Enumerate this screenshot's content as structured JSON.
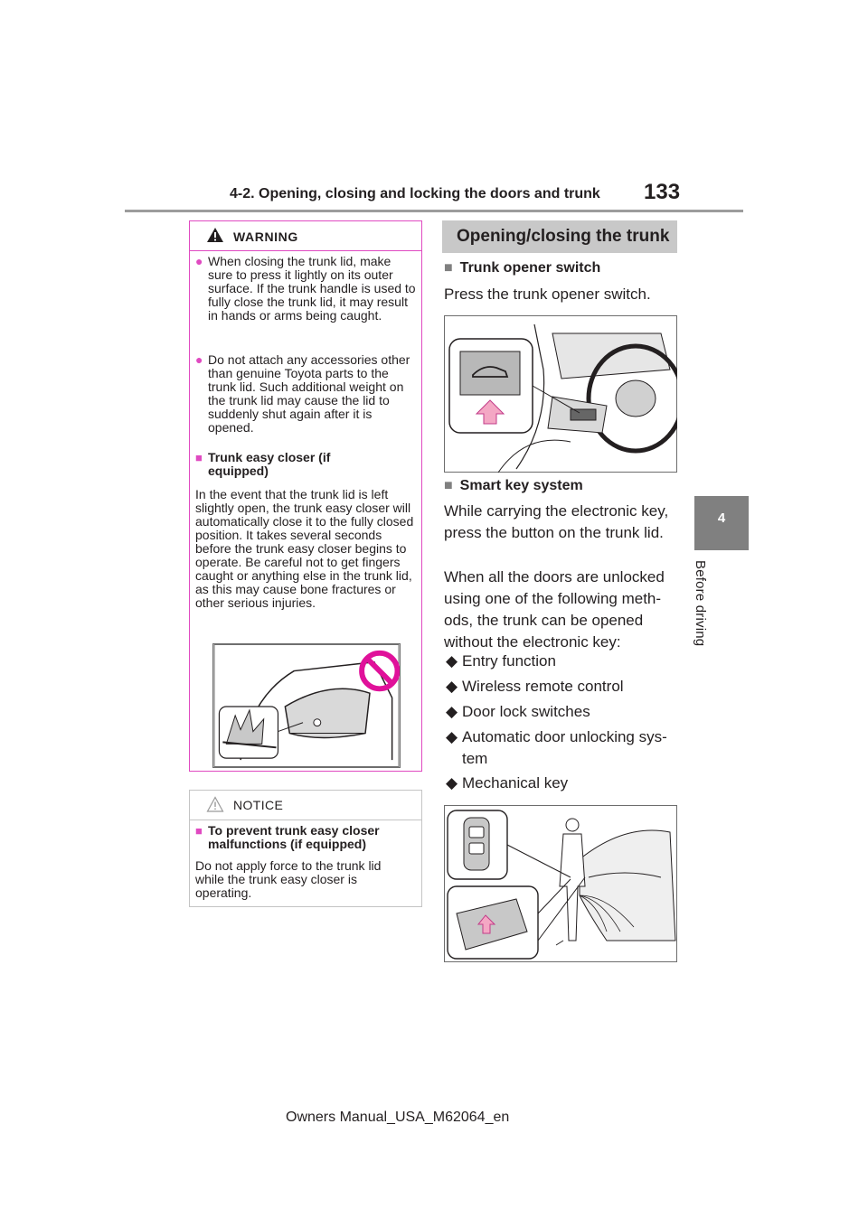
{
  "header": {
    "section_title": "4-2. Opening, closing and locking the doors and trunk",
    "page_number": "133"
  },
  "side_tab": {
    "chapter_number": "4",
    "chapter_label": "Before driving"
  },
  "warning": {
    "title": "WARNING",
    "bullets": [
      "When closing the trunk lid, make sure to press it lightly on its outer surface. If the trunk handle is used to fully close the trunk lid, it may result in hands or arms being caught.",
      "Do not attach any accessories other than genuine Toyota parts to the trunk lid. Such additional weight on the trunk lid may cause the lid to suddenly shut again after it is opened."
    ],
    "subheading": "Trunk easy closer (if equipped)",
    "paragraph": "In the event that the trunk lid is left slightly open, the trunk easy closer will automatically close it to the fully closed position. It takes several seconds before the trunk easy closer begins to operate. Be careful not to get fingers caught or anything else in the trunk lid, as this may cause bone fractures or other serious injuries."
  },
  "notice": {
    "title": "NOTICE",
    "subheading": "To prevent trunk easy closer malfunctions (if equipped)",
    "paragraph": "Do not apply force to the trunk lid while the trunk easy closer is operating."
  },
  "main": {
    "section_heading": "Opening/closing the trunk",
    "sub1": "Trunk opener switch",
    "para1": "Press the trunk opener switch.",
    "sub2": "Smart key system",
    "para2": "While carrying the electronic key, press the button on the trunk lid.",
    "para3": "When all the doors are unlocked using one of the following meth-ods, the trunk can be opened without the electronic key:",
    "list": [
      "Entry function",
      "Wireless remote control",
      "Door lock switches",
      "Automatic door unlocking sys-tem",
      "Mechanical key"
    ]
  },
  "footer": {
    "text": "Owners Manual_USA_M62064_en"
  },
  "colors": {
    "warning_accent": "#e04ac1",
    "section_bg": "#c8c8c8",
    "tab_bg": "#808080",
    "arrow": "#f4a7c4"
  },
  "icons": {
    "warning": "warning-triangle-icon",
    "notice": "notice-triangle-icon",
    "bullet": "circle-bullet",
    "square": "square-bullet",
    "list": "diamond-bullet"
  }
}
